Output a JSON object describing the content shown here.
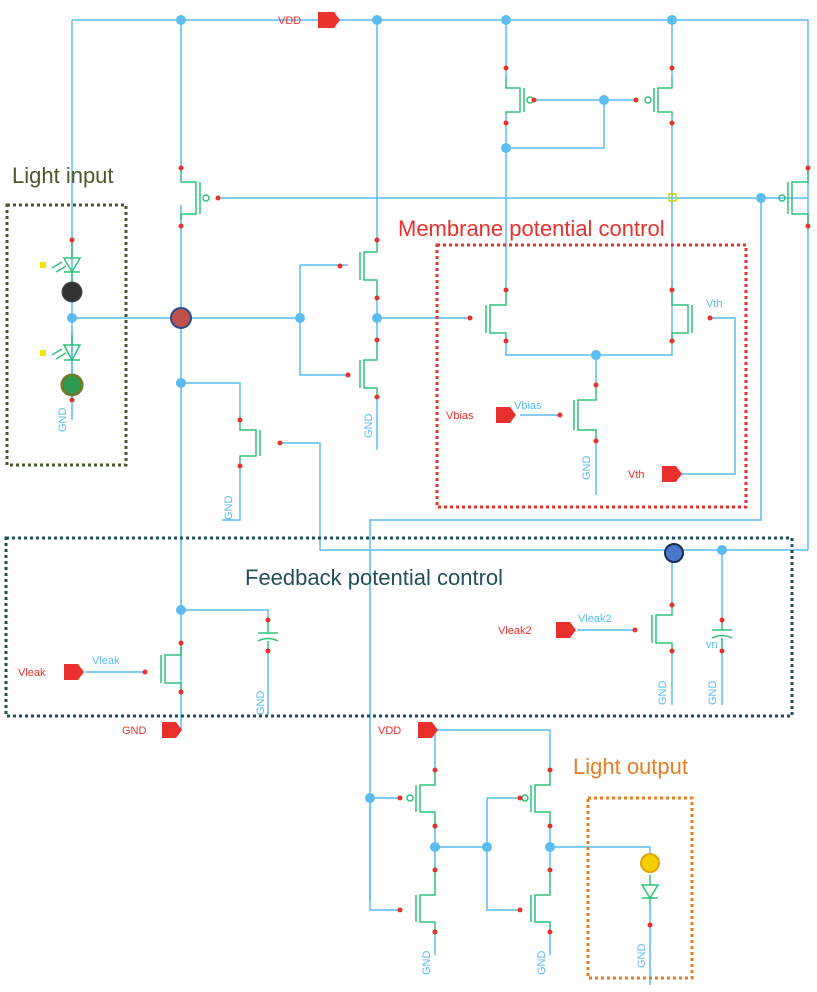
{
  "regions": {
    "light_input": {
      "title": "Light input",
      "color": "#4a5a2a"
    },
    "membrane": {
      "title": "Membrane potential control",
      "color": "#e8312d"
    },
    "feedback": {
      "title": "Feedback potential control",
      "color": "#22505a"
    },
    "light_output": {
      "title": "Light output",
      "color": "#e67e22"
    }
  },
  "labels": {
    "vdd": "VDD",
    "gnd": "GND",
    "vbias": "Vbias",
    "vth": "Vth",
    "vleak": "Vleak",
    "vleak2": "Vleak2",
    "vn": "vn"
  },
  "colors": {
    "wire": "#5bbcf0",
    "device": "#2fc27a",
    "pin": "#e8312d",
    "node_black": "#333333",
    "node_green": "#2e9a4e",
    "node_red": "#c0504d",
    "node_blue": "#4a78c8",
    "node_yellow": "#f5d000"
  }
}
